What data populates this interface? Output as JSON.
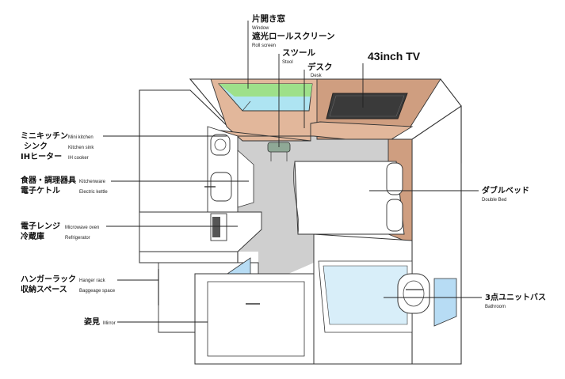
{
  "colors": {
    "floor": "#cfcfcf",
    "wood": "#e2b79b",
    "wood_dark": "#cf9e80",
    "window_green": "#9ee08a",
    "window_blue": "#aee4f2",
    "tv_screen": "#3a3a3a",
    "mirror": "#b7dcf4",
    "stool": "#8fa896"
  },
  "labels": {
    "window": {
      "jp1": "片開き窓",
      "en1": "Window",
      "jp2": "遮光ロールスクリーン",
      "en2": "Roll screen"
    },
    "stool": {
      "jp": "スツール",
      "en": "Stool"
    },
    "desk": {
      "jp": "デスク",
      "en": "Desk"
    },
    "tv": {
      "text": "43inch TV"
    },
    "kitchen": {
      "jp1": "ミニキッチン",
      "en1": "Mini kitchen",
      "jp2": "シンク",
      "en2": "Kitchen sink",
      "jp3": "IHヒーター",
      "en3": "IH cooker"
    },
    "kitchenware": {
      "jp1": "食器・調理器具",
      "en1": "Kitchenware",
      "jp2": "電子ケトル",
      "en2": "Electric kettle"
    },
    "microwave": {
      "jp1": "電子レンジ",
      "en1": "Microwave oven",
      "jp2": "冷蔵庫",
      "en2": "Refrigerator"
    },
    "hanger": {
      "jp1": "ハンガーラック",
      "en1": "Hanger rack",
      "jp2": "収納スペース",
      "en2": "Baggeage space"
    },
    "mirror": {
      "jp": "姿見",
      "en": "Mirror"
    },
    "bed": {
      "jp": "ダブルベッド",
      "en": "Double Bed"
    },
    "bath": {
      "jp": "3点ユニットバス",
      "en": "Bathroom"
    }
  }
}
